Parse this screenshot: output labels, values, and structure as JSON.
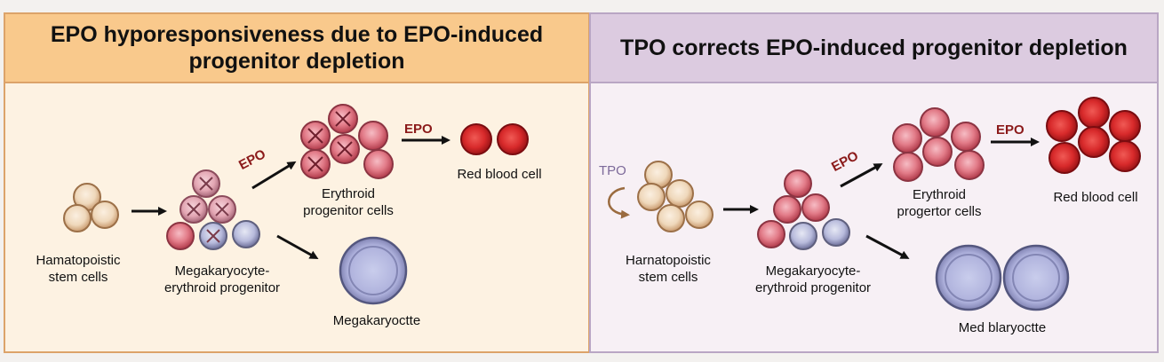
{
  "left": {
    "title": "EPO hyporesponsiveness due to EPO-induced progenitor depletion",
    "hsc_label_1": "Hamatopoistic",
    "hsc_label_2": "stem cells",
    "mep_label_1": "Megakaryocyte-",
    "mep_label_2": "erythroid progenitor",
    "ep_label_1": "Erythroid",
    "ep_label_2": "progenitor cells",
    "rbc_label": "Red blood cell",
    "mk_label": "Megakaryoctte",
    "epo_diag": "EPO",
    "epo_arrow": "EPO"
  },
  "right": {
    "title": "TPO corrects EPO-induced progenitor depletion",
    "tpo_label": "TPO",
    "hsc_label_1": "Harnatopoistic",
    "hsc_label_2": "stem cells",
    "mep_label_1": "Megakaryocyte-",
    "mep_label_2": "erythroid progenitor",
    "ep_label_1": "Erythroid",
    "ep_label_2": "progertor cells",
    "rbc_label": "Red blood cell",
    "mk_label": "Med blaryoctte",
    "epo_diag": "EPO",
    "epo_arrow": "EPO"
  },
  "colors": {
    "left_header": "#f9c98c",
    "right_header": "#dccbe0",
    "stem_cell": "#e9c9a3",
    "erythroid": "#e0707e",
    "rbc": "#d9262b",
    "megakaryocyte": "#a9abd8"
  }
}
